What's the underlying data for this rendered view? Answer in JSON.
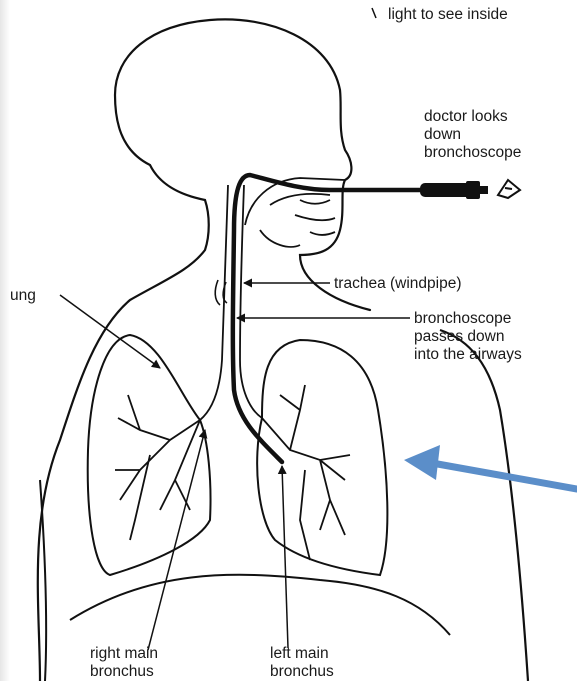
{
  "labels": {
    "light": "light to see inside",
    "doctor_1": "doctor looks",
    "doctor_2": "down",
    "doctor_3": "bronchoscope",
    "lung": "ung",
    "trachea": "trachea (windpipe)",
    "scope_1": "bronchoscope",
    "scope_2": "passes down",
    "scope_3": "into the airways",
    "right_1": "right main",
    "right_2": "bronchus",
    "left_1": "left main",
    "left_2": "bronchus"
  },
  "colors": {
    "line": "#111111",
    "accent_arrow": "#5b8ec9",
    "background": "#ffffff"
  }
}
